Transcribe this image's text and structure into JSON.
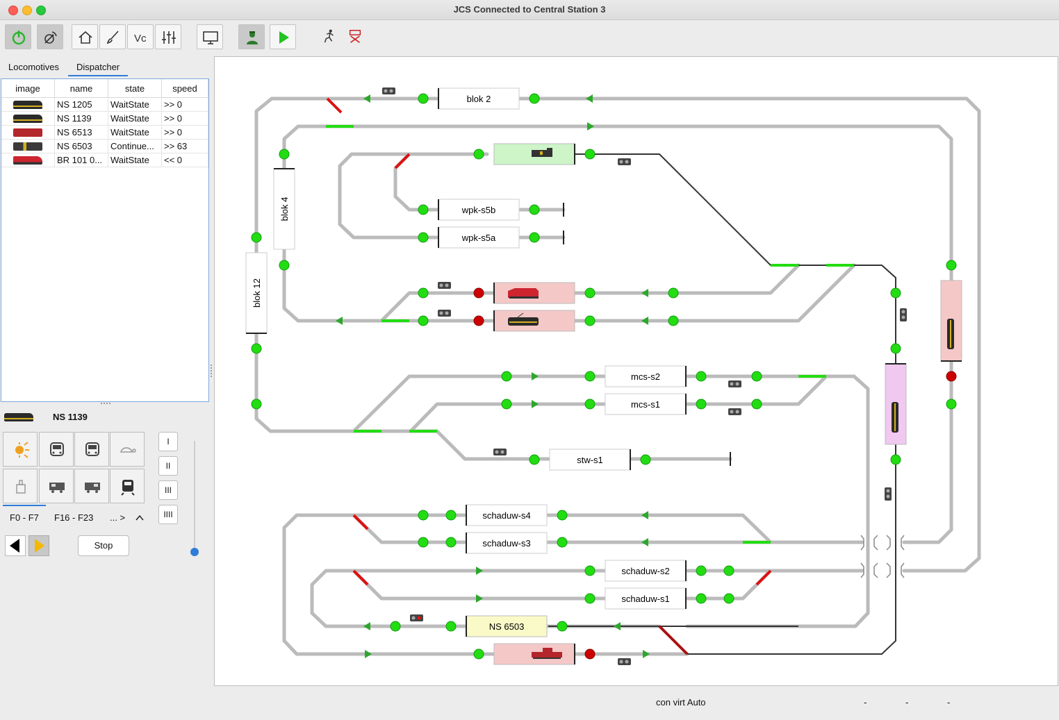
{
  "window": {
    "title": "JCS Connected to Central Station 3"
  },
  "tabs": [
    "Locomotives",
    "Dispatcher"
  ],
  "table": {
    "headers": [
      "image",
      "name",
      "state",
      "speed"
    ],
    "rows": [
      {
        "name": "NS 1205",
        "state": "WaitState",
        "speed": ">> 0",
        "color": "#2a2a2a"
      },
      {
        "name": "NS 1139",
        "state": "WaitState",
        "speed": ">> 0",
        "color": "#2a2a2a"
      },
      {
        "name": "NS 6513",
        "state": "WaitState",
        "speed": ">> 0",
        "color": "#b3262b"
      },
      {
        "name": "NS 6503",
        "state": "Continue...",
        "speed": ">> 63",
        "color": "#3a3a3a"
      },
      {
        "name": "BR 101 0...",
        "state": "WaitState",
        "speed": "<< 0",
        "color": "#cc2530"
      }
    ]
  },
  "selected_loco": {
    "name": "NS 1139"
  },
  "function_tabs": [
    "F0 - F7",
    "F16 - F23",
    "... >"
  ],
  "gears": [
    "I",
    "II",
    "III",
    "IIII"
  ],
  "stop_label": "Stop",
  "status": [
    "con virt Auto",
    "-",
    "-",
    "-"
  ],
  "blocks": {
    "blok2": "blok 2",
    "blok4": "blok 4",
    "blok12": "blok 12",
    "wpk_s5b": "wpk-s5b",
    "wpk_s5a": "wpk-s5a",
    "mcs_s2": "mcs-s2",
    "mcs_s1": "mcs-s1",
    "stw_s1": "stw-s1",
    "schaduw_s4": "schaduw-s4",
    "schaduw_s3": "schaduw-s3",
    "schaduw_s2": "schaduw-s2",
    "schaduw_s1": "schaduw-s1",
    "ns6503": "NS 6503"
  },
  "colors": {
    "accent": "#2f7cd8",
    "signal_green": "#22dd11",
    "signal_red": "#cc0000",
    "occupied": "#f5c8c8",
    "reserved": "#cdf5c8",
    "selected": "#f0c8f0",
    "waiting": "#fafac8"
  }
}
